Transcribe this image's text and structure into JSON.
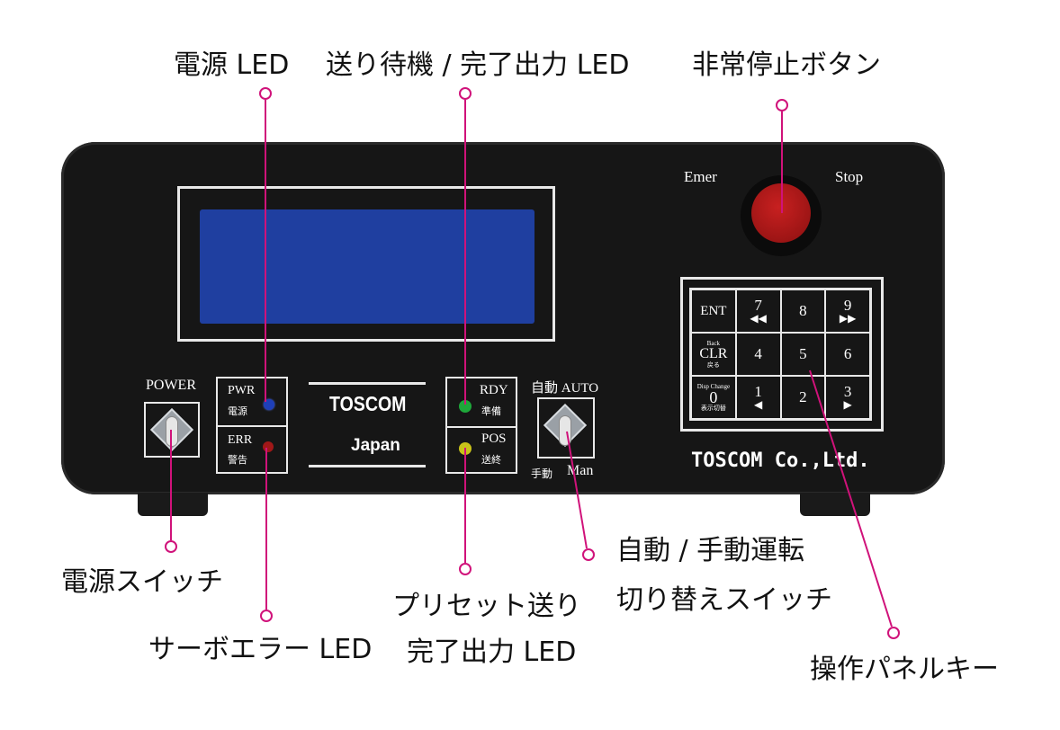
{
  "colors": {
    "leader": "#d0127a",
    "lcd": "#1f3fa0",
    "device": "#161616"
  },
  "callouts": {
    "power_led": "電源 LED",
    "ready_led": "送り待機 / 完了出力 LED",
    "emergency": "非常停止ボタン",
    "power_switch": "電源スイッチ",
    "servo_error": "サーボエラー LED",
    "preset_line1": "プリセット送り",
    "preset_line2": "完了出力 LED",
    "mode_line1": "自動 / 手動運転",
    "mode_line2": "切り替えスイッチ",
    "keypad": "操作パネルキー"
  },
  "device": {
    "power_label": "POWER",
    "pwr_label": "PWR",
    "pwr_jp": "電源",
    "err_label": "ERR",
    "err_jp": "警告",
    "brand": "TOSCOM",
    "country": "Japan",
    "rdy_label": "RDY",
    "rdy_jp": "準備",
    "pos_label": "POS",
    "pos_jp": "送終",
    "auto_label": "自動  AUTO",
    "man_jp": "手動",
    "man_label": "Man",
    "emer_label": "Emer",
    "stop_label": "Stop",
    "company": "TOSCOM Co.,Ltd."
  },
  "keypad": {
    "ent": "ENT",
    "k7": "7",
    "k7_glyph": "◀◀",
    "k8": "8",
    "k9": "9",
    "k9_glyph": "▶▶",
    "back_small": "Back",
    "clr": "CLR",
    "back_jp": "戻る",
    "k4": "4",
    "k5": "5",
    "k6": "6",
    "disp_small": "Disp Change",
    "k0": "0",
    "disp_jp": "表示切替",
    "k1": "1",
    "k1_glyph": "◀",
    "k2": "2",
    "k3": "3",
    "k3_glyph": "▶"
  }
}
